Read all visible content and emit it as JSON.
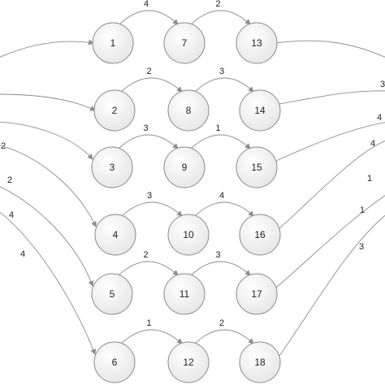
{
  "nodes": [
    {
      "id": "1"
    },
    {
      "id": "7"
    },
    {
      "id": "13"
    },
    {
      "id": "2"
    },
    {
      "id": "8"
    },
    {
      "id": "14"
    },
    {
      "id": "3"
    },
    {
      "id": "9"
    },
    {
      "id": "15"
    },
    {
      "id": "4"
    },
    {
      "id": "10"
    },
    {
      "id": "16"
    },
    {
      "id": "5"
    },
    {
      "id": "11"
    },
    {
      "id": "17"
    },
    {
      "id": "6"
    },
    {
      "id": "12"
    },
    {
      "id": "18"
    }
  ],
  "row_edges": [
    {
      "from": "1",
      "to": "7",
      "label": "4"
    },
    {
      "from": "7",
      "to": "13",
      "label": "2"
    },
    {
      "from": "2",
      "to": "8",
      "label": "2"
    },
    {
      "from": "8",
      "to": "14",
      "label": "3"
    },
    {
      "from": "3",
      "to": "9",
      "label": "3"
    },
    {
      "from": "9",
      "to": "15",
      "label": "1"
    },
    {
      "from": "4",
      "to": "10",
      "label": "3"
    },
    {
      "from": "10",
      "to": "16",
      "label": "4"
    },
    {
      "from": "5",
      "to": "11",
      "label": "2"
    },
    {
      "from": "11",
      "to": "17",
      "label": "3"
    },
    {
      "from": "6",
      "to": "12",
      "label": "1"
    },
    {
      "from": "12",
      "to": "18",
      "label": "2"
    }
  ],
  "incoming_edges": [
    {
      "to": "1",
      "label": ""
    },
    {
      "to": "2",
      "label": ""
    },
    {
      "to": "3",
      "label": "2"
    },
    {
      "to": "4",
      "label": "2"
    },
    {
      "to": "5",
      "label": "4"
    },
    {
      "to": "6",
      "label": "4"
    }
  ],
  "outgoing_edges": [
    {
      "from": "13",
      "label": ""
    },
    {
      "from": "14",
      "label": "3"
    },
    {
      "from": "15",
      "label": "4"
    },
    {
      "from": "16",
      "label": "4"
    },
    {
      "from": "17",
      "label": "1"
    },
    {
      "from": "18",
      "label": "3"
    }
  ],
  "extra_outgoing_labels": [
    {
      "label": "1"
    }
  ]
}
